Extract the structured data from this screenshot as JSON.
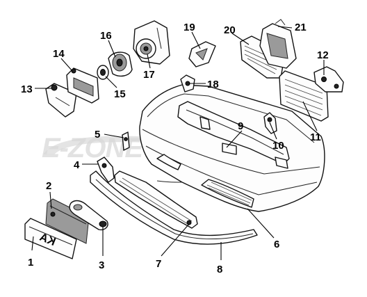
{
  "watermark": "E-ZONE   AUTO.RU",
  "plate_text": "KA",
  "callouts": [
    {
      "id": "1",
      "label": "1"
    },
    {
      "id": "2",
      "label": "2"
    },
    {
      "id": "3",
      "label": "3"
    },
    {
      "id": "4",
      "label": "4"
    },
    {
      "id": "5",
      "label": "5"
    },
    {
      "id": "6",
      "label": "6"
    },
    {
      "id": "7",
      "label": "7"
    },
    {
      "id": "8",
      "label": "8"
    },
    {
      "id": "9",
      "label": "9"
    },
    {
      "id": "10",
      "label": "10"
    },
    {
      "id": "11",
      "label": "11"
    },
    {
      "id": "12",
      "label": "12"
    },
    {
      "id": "13",
      "label": "13"
    },
    {
      "id": "14",
      "label": "14"
    },
    {
      "id": "15",
      "label": "15"
    },
    {
      "id": "16",
      "label": "16"
    },
    {
      "id": "17",
      "label": "17"
    },
    {
      "id": "18",
      "label": "18"
    },
    {
      "id": "19",
      "label": "19"
    },
    {
      "id": "20",
      "label": "20"
    },
    {
      "id": "21",
      "label": "21"
    }
  ]
}
